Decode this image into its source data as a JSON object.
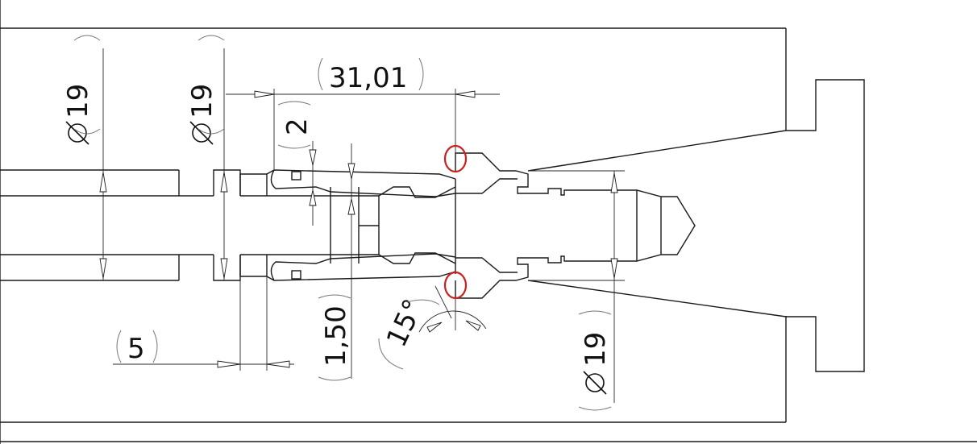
{
  "drawing": {
    "dimensions": {
      "dia_left_1": "19",
      "dia_left_2": "19",
      "dia_right": "19",
      "length_top": "31,01",
      "gap_top": "2",
      "length_bottom_left": "5",
      "thickness_bottom": "1,50",
      "angle": "15°"
    },
    "colors": {
      "lines": "#1a1a1a",
      "markers": "#cc1f1f"
    },
    "icons": {
      "diameter": "diameter-symbol-icon",
      "marker": "red-circle-marker-icon"
    }
  }
}
